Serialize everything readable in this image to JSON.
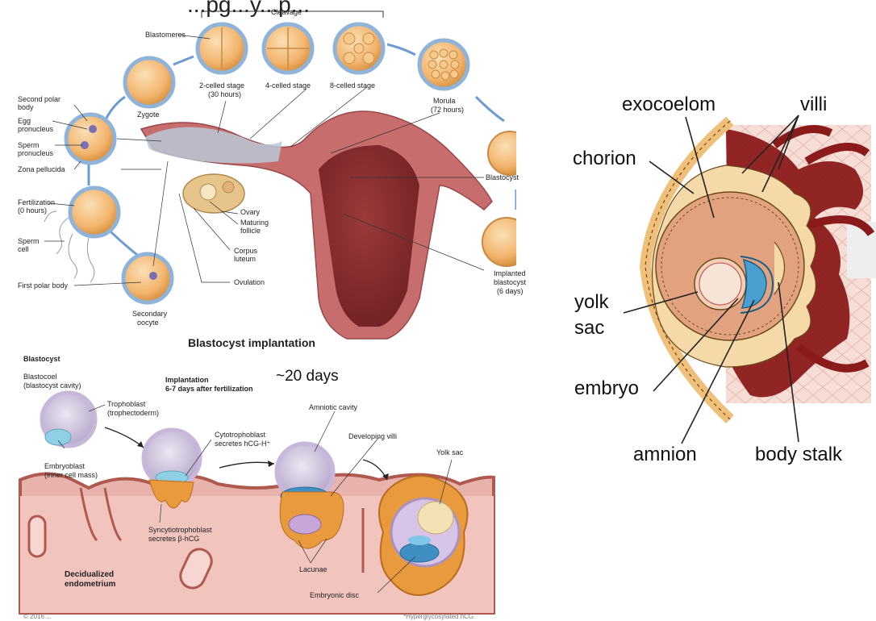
{
  "panel_top": {
    "cropped_heading": "...pg...y...p...",
    "cleavage": "Cleavage",
    "blastomeres": "Blastomeres",
    "zygote": "Zygote",
    "two_cell": "2-celled stage",
    "two_cell_time": "(30 hours)",
    "four_cell": "4-celled stage",
    "eight_cell": "8-celled stage",
    "morula": "Morula",
    "morula_time": "(72 hours)",
    "second_polar_1": "Second polar",
    "second_polar_2": "body",
    "egg_pron_1": "Egg",
    "egg_pron_2": "pronucleus",
    "sperm_pron_1": "Sperm",
    "sperm_pron_2": "pronucleus",
    "zona": "Zona pellucida",
    "fert_1": "Fertilization",
    "fert_2": "(0 hours)",
    "sperm_cell_1": "Sperm",
    "sperm_cell_2": "cell",
    "first_polar": "First polar body",
    "sec_oocyte_1": "Secondary",
    "sec_oocyte_2": "oocyte",
    "ovary": "Ovary",
    "maturing_1": "Maturing",
    "maturing_2": "follicle",
    "corpus_1": "Corpus",
    "corpus_2": "luteum",
    "ovulation": "Ovulation",
    "blastocyst": "Blastocyst",
    "implanted_1": "Implanted",
    "implanted_2": "blastocyst",
    "implanted_3": "(6 days)",
    "caption": "Blastocyst implantation"
  },
  "panel_bottom": {
    "blastocyst_heading": "Blastocyst",
    "blastocoel_1": "Blastocoel",
    "blastocoel_2": "(blastocyst cavity)",
    "trophoblast_1": "Trophoblast",
    "trophoblast_2": "(trophectoderm)",
    "embryoblast_1": "Embryoblast",
    "embryoblast_2": "(inner cell mass)",
    "implantation_1": "Implantation",
    "implantation_2": "6-7 days after fertilization",
    "days_20": "~20 days",
    "cytotroph_1": "Cytotrophoblast",
    "cytotroph_2": "secretes hCG-H⁺",
    "amniotic": "Amniotic cavity",
    "dev_villi": "Developing villi",
    "yolk_sac": "Yolk sac",
    "syncytio_1": "Syncytiotrophoblast",
    "syncytio_2": "secretes β-hCG",
    "lacunae": "Lacunae",
    "embryonic_disc": "Embryonic disc",
    "decid_1": "Decidualized",
    "decid_2": "endometrium",
    "footer_left": "© 2016 ...",
    "footer_right": "*Hyperglycosylated hCG"
  },
  "panel_right": {
    "exocoelom": "exocoelom",
    "villi": "villi",
    "chorion": "chorion",
    "yolk_1": "yolk",
    "yolk_2": "sac",
    "embryo": "embryo",
    "amnion": "amnion",
    "body_stalk": "body stalk"
  },
  "colors": {
    "cell_fill": "#f2b46d",
    "cell_ring": "#8fb3d9",
    "arrow": "#6d9bd1",
    "uterus": "#c86d6d",
    "endometrium": "#e9a7a4",
    "troph": "#e89a3c",
    "villi_red": "#8b1a1a",
    "chorion_fill": "#f5d9a8"
  }
}
